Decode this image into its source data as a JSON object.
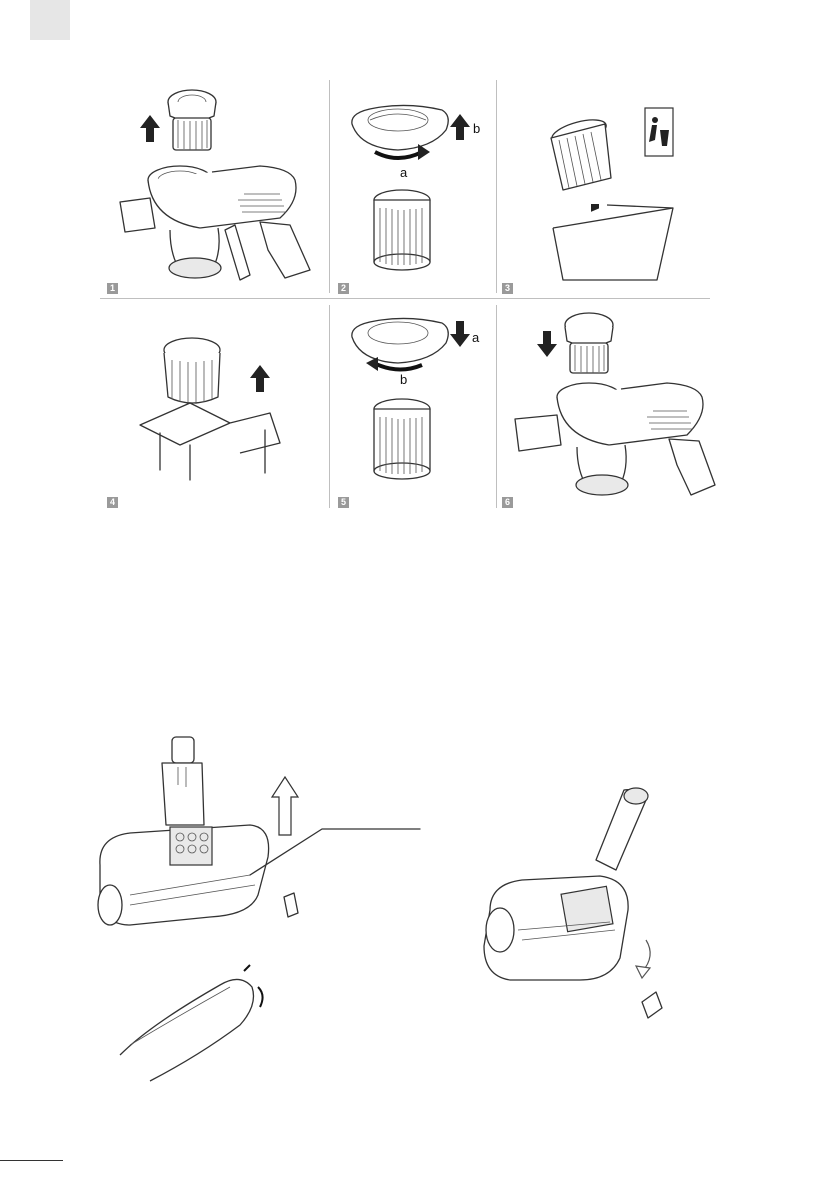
{
  "steps": [
    {
      "number": "1"
    },
    {
      "number": "2",
      "labels": {
        "a": "a",
        "b": "b"
      }
    },
    {
      "number": "3"
    },
    {
      "number": "4"
    },
    {
      "number": "5",
      "labels": {
        "a": "a",
        "b": "b"
      }
    },
    {
      "number": "6"
    }
  ],
  "icons": {
    "up_arrow": "arrow-up-icon",
    "down_arrow": "arrow-down-icon",
    "rotate_arrow": "rotate-arrow-icon",
    "trash": "waste-bin-icon"
  },
  "colors": {
    "badge": "#9a9a9a",
    "line": "#333333",
    "corner_tab": "#e6e6e6"
  }
}
